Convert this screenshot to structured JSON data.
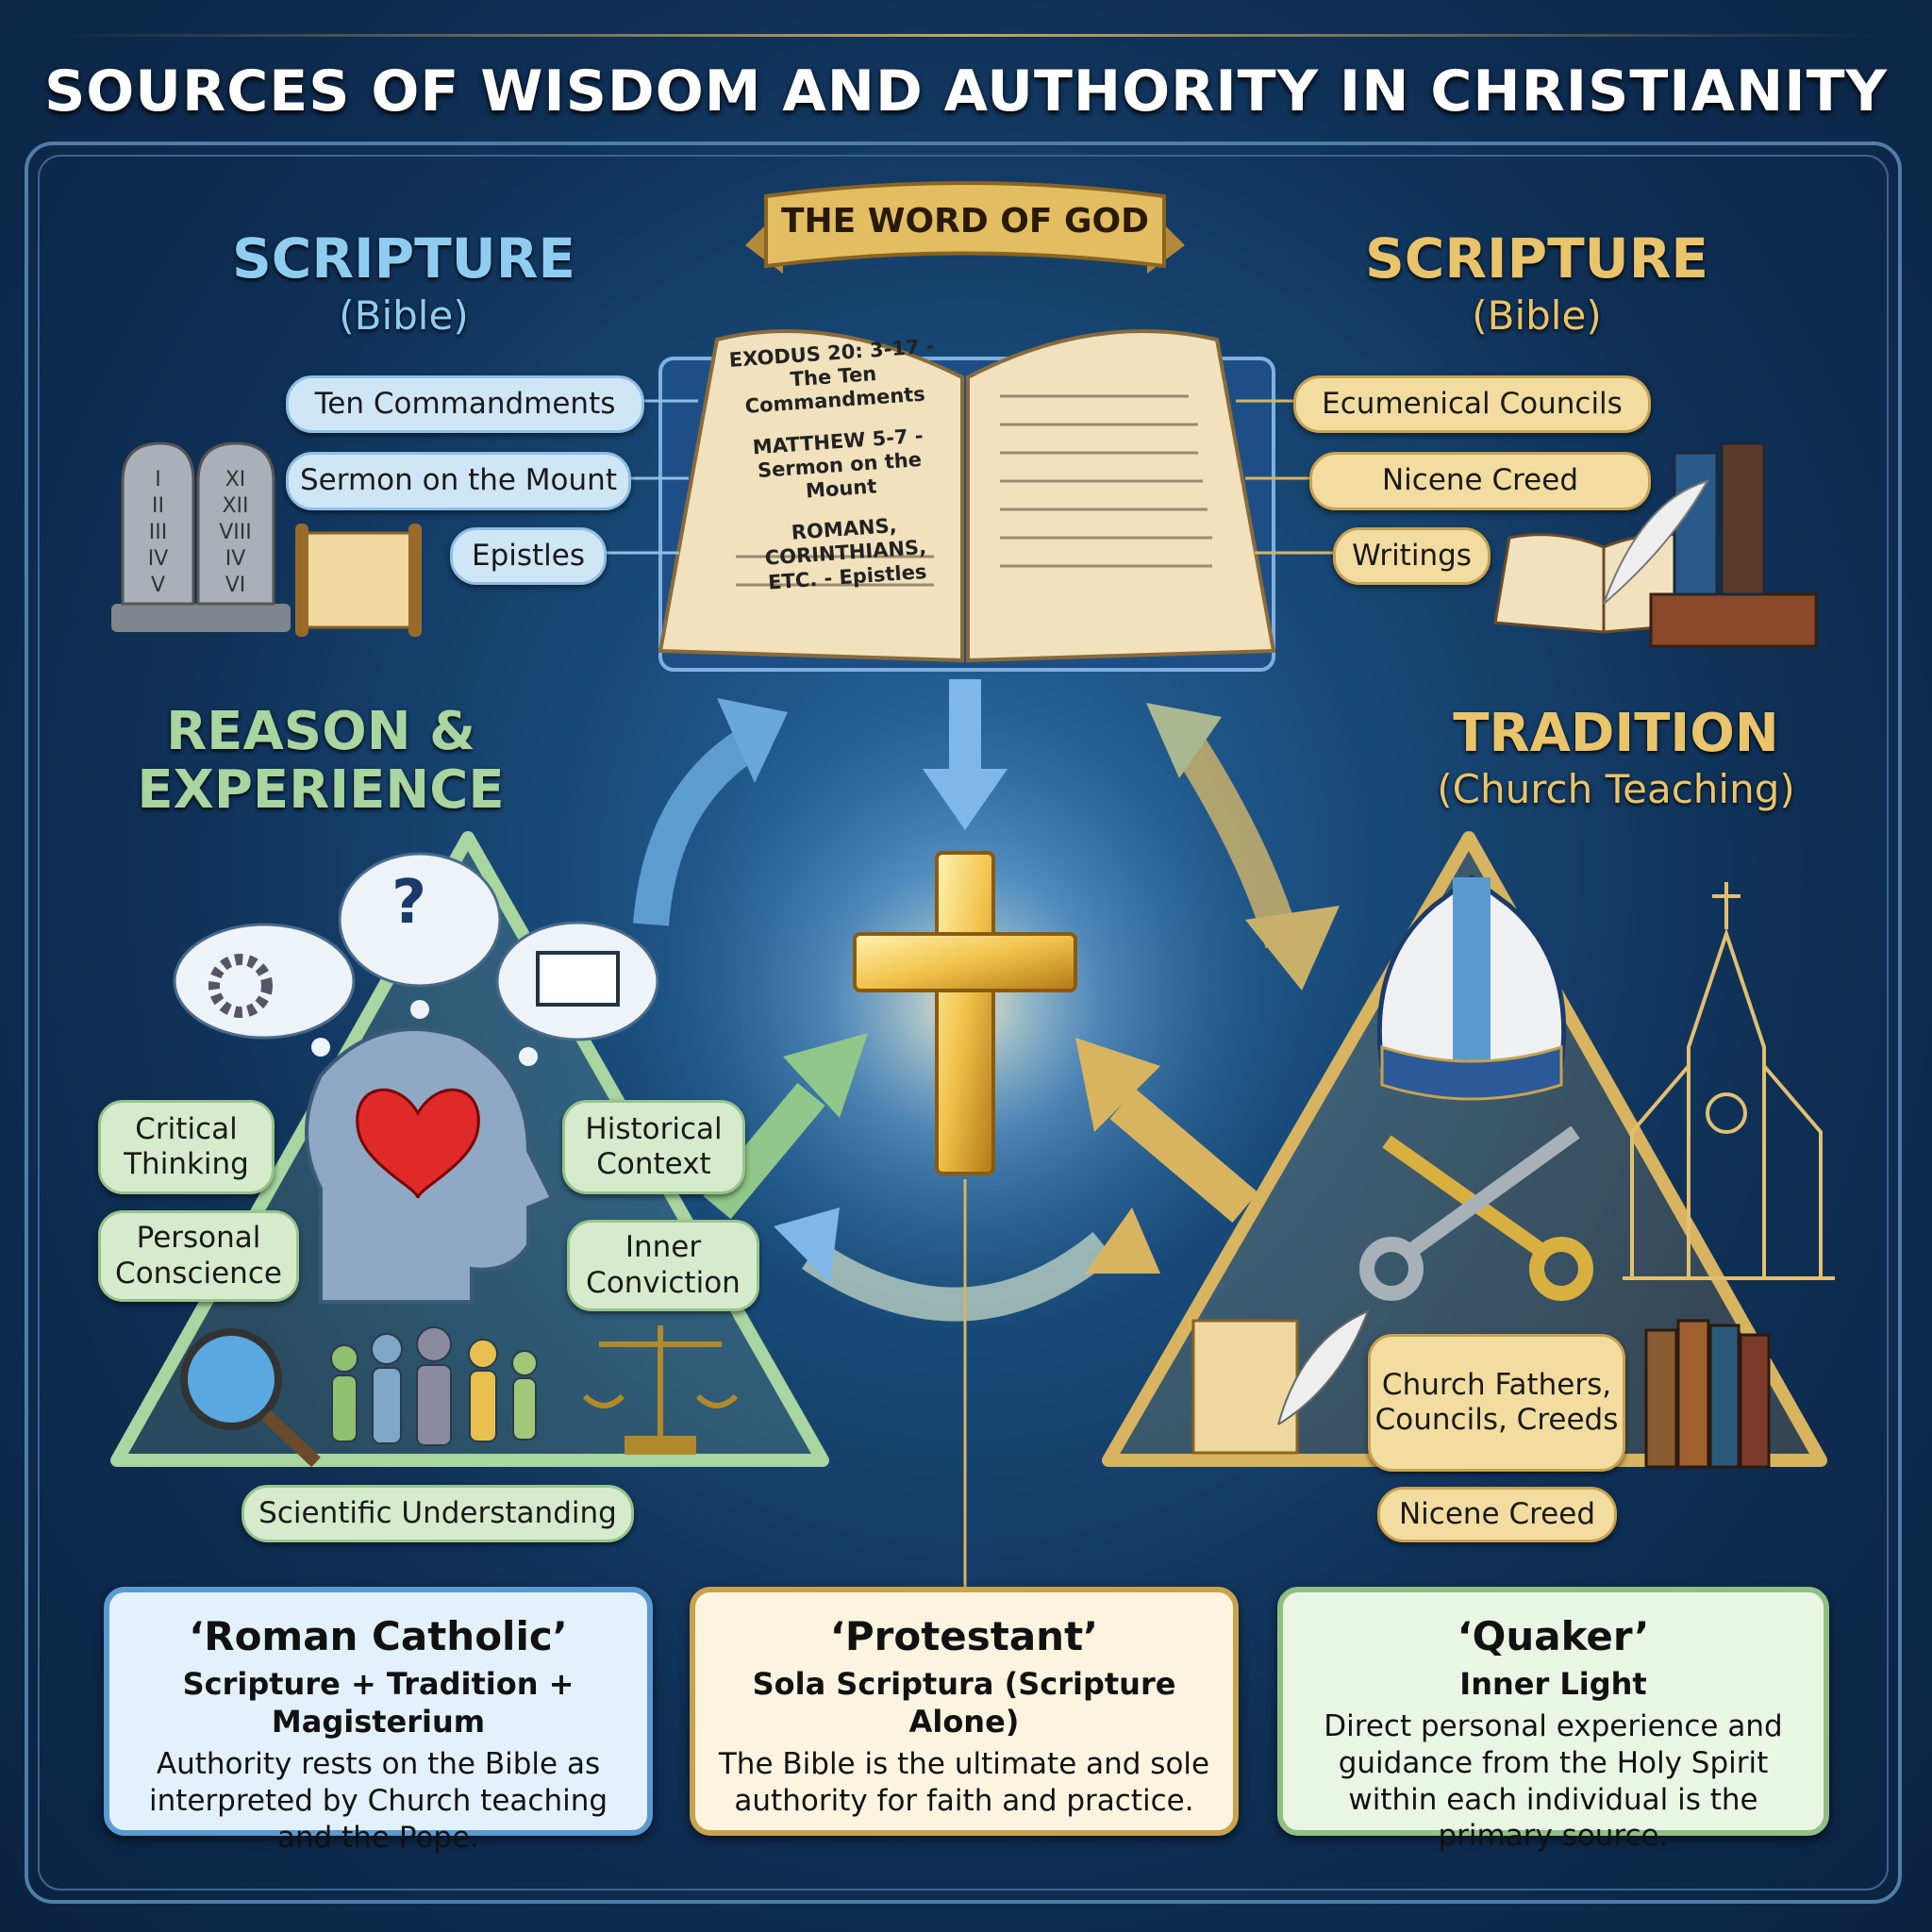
{
  "title": "SOURCES OF WISDOM AND AUTHORITY IN CHRISTIANITY",
  "banner": "THE WORD OF GOD",
  "book": {
    "lines": [
      "EXODUS 20: 3-17 -",
      "The Ten Commandments",
      "MATTHEW 5-7 -",
      "Sermon on the Mount",
      "ROMANS, CORINTHIANS,",
      "ETC. - Epistles"
    ]
  },
  "scripture_left": {
    "title": "SCRIPTURE",
    "subtitle": "(Bible)",
    "items": [
      "Ten Commandments",
      "Sermon on the Mount",
      "Epistles"
    ]
  },
  "scripture_right": {
    "title": "SCRIPTURE",
    "subtitle": "(Bible)",
    "items": [
      "Ecumenical Councils",
      "Nicene Creed",
      "Writings"
    ]
  },
  "reason": {
    "title_line1": "REASON &",
    "title_line2": "EXPERIENCE",
    "items": [
      "Critical Thinking",
      "Personal Conscience",
      "Historical Context",
      "Inner Conviction",
      "Scientific Understanding"
    ]
  },
  "tradition": {
    "title": "TRADITION",
    "subtitle": "(Church Teaching)",
    "items": [
      "Church Fathers, Councils, Creeds",
      "Nicene Creed"
    ]
  },
  "tablets": {
    "left": [
      "I",
      "II",
      "III",
      "IV",
      "V"
    ],
    "right": [
      "XI",
      "XII",
      "VIII",
      "IV",
      "VI"
    ]
  },
  "thought_symbol": "?",
  "boxes": [
    {
      "title": "‘Roman Catholic’",
      "subtitle": "Scripture + Tradition + Magisterium",
      "desc": "Authority rests on the Bible as interpreted by Church teaching and the Pope."
    },
    {
      "title": "‘Protestant’",
      "subtitle": "Sola Scriptura (Scripture Alone)",
      "desc": "The Bible is the ultimate and sole authority for faith and practice."
    },
    {
      "title": "‘Quaker’",
      "subtitle": "Inner Light",
      "desc": "Direct personal experience and guidance from the Holy Spirit within each individual is the primary source."
    }
  ],
  "colors": {
    "scripture_blue": "#8fcdf0",
    "gold": "#e9c46a",
    "green": "#a8d5a0",
    "navy": "#0f2f55"
  }
}
